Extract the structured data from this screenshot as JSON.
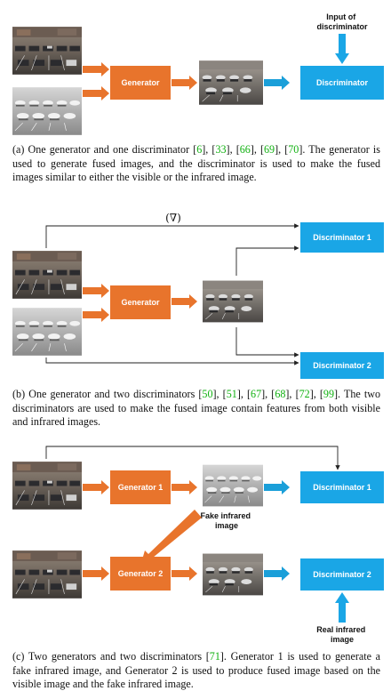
{
  "colors": {
    "generator": "#e8742c",
    "discriminator": "#1aa6e6",
    "dark_arrow": "#1a9fd9",
    "reference": "#11b111"
  },
  "panel_a": {
    "generator": "Generator",
    "discriminator": "Discriminator",
    "input_label": "Input of\ndiscriminator",
    "caption": [
      {
        "t": "(a) One generator and one discriminator "
      },
      {
        "t": "[",
        "ref": false
      },
      {
        "t": "6",
        "ref": true
      },
      {
        "t": "], [",
        "ref": false
      },
      {
        "t": "33",
        "ref": true
      },
      {
        "t": "], [",
        "ref": false
      },
      {
        "t": "66",
        "ref": true
      },
      {
        "t": "], [",
        "ref": false
      },
      {
        "t": "69",
        "ref": true
      },
      {
        "t": "], [",
        "ref": false
      },
      {
        "t": "70",
        "ref": true
      },
      {
        "t": "]. The generator is used to generate fused images, and the discriminator is used to make the fused images similar to either the visible or the infrared image."
      }
    ]
  },
  "panel_b": {
    "generator": "Generator",
    "discriminator_1": "Discriminator 1",
    "discriminator_2": "Discriminator 2",
    "gradient_symbol": "(∇)",
    "caption": [
      {
        "t": "(b) One generator and two discriminators "
      },
      {
        "t": "["
      },
      {
        "t": "50",
        "ref": true
      },
      {
        "t": "], ["
      },
      {
        "t": "51",
        "ref": true
      },
      {
        "t": "], ["
      },
      {
        "t": "67",
        "ref": true
      },
      {
        "t": "], ["
      },
      {
        "t": "68",
        "ref": true
      },
      {
        "t": "], ["
      },
      {
        "t": "72",
        "ref": true
      },
      {
        "t": "], ["
      },
      {
        "t": "99",
        "ref": true
      },
      {
        "t": "]. The two discriminators are used to make the fused image contain features from both visible and infrared images."
      }
    ]
  },
  "panel_c": {
    "generator_1": "Generator 1",
    "generator_2": "Generator 2",
    "discriminator_1": "Discriminator 1",
    "discriminator_2": "Discriminator 2",
    "fake_label": "Fake infrared\nimage",
    "real_label": "Real infrared\nimage",
    "caption": [
      {
        "t": "(c) Two generators and two discriminators "
      },
      {
        "t": "["
      },
      {
        "t": "71",
        "ref": true
      },
      {
        "t": "]. Generator 1 is used to generate a fake infrared image, and Generator 2 is used to produce fused image based on the visible image and the fake infrared image."
      }
    ]
  }
}
